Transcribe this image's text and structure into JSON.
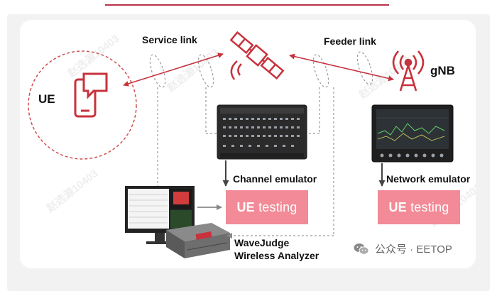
{
  "labels": {
    "ue": "UE",
    "service_link": "Service link",
    "feeder_link": "Feeder link",
    "gnb": "gNB",
    "channel_emulator": "Channel emulator",
    "network_emulator": "Network emulator",
    "wavejudge_line1": "WaveJudge",
    "wavejudge_line2": "Wireless Analyzer"
  },
  "boxes": {
    "ue_testing_left": {
      "strong": "UE",
      "rest": " testing"
    },
    "ue_testing_right": {
      "strong": "UE",
      "rest": " testing"
    }
  },
  "footer": {
    "text": "公众号 · EETOP",
    "icon": "wechat-icon"
  },
  "watermark": {
    "text": "赵选源10403"
  },
  "colors": {
    "accent_red": "#c8323c",
    "pink_box": "#f28b97",
    "dash_gray": "#999999",
    "device_dark": "#2a2a2a"
  }
}
